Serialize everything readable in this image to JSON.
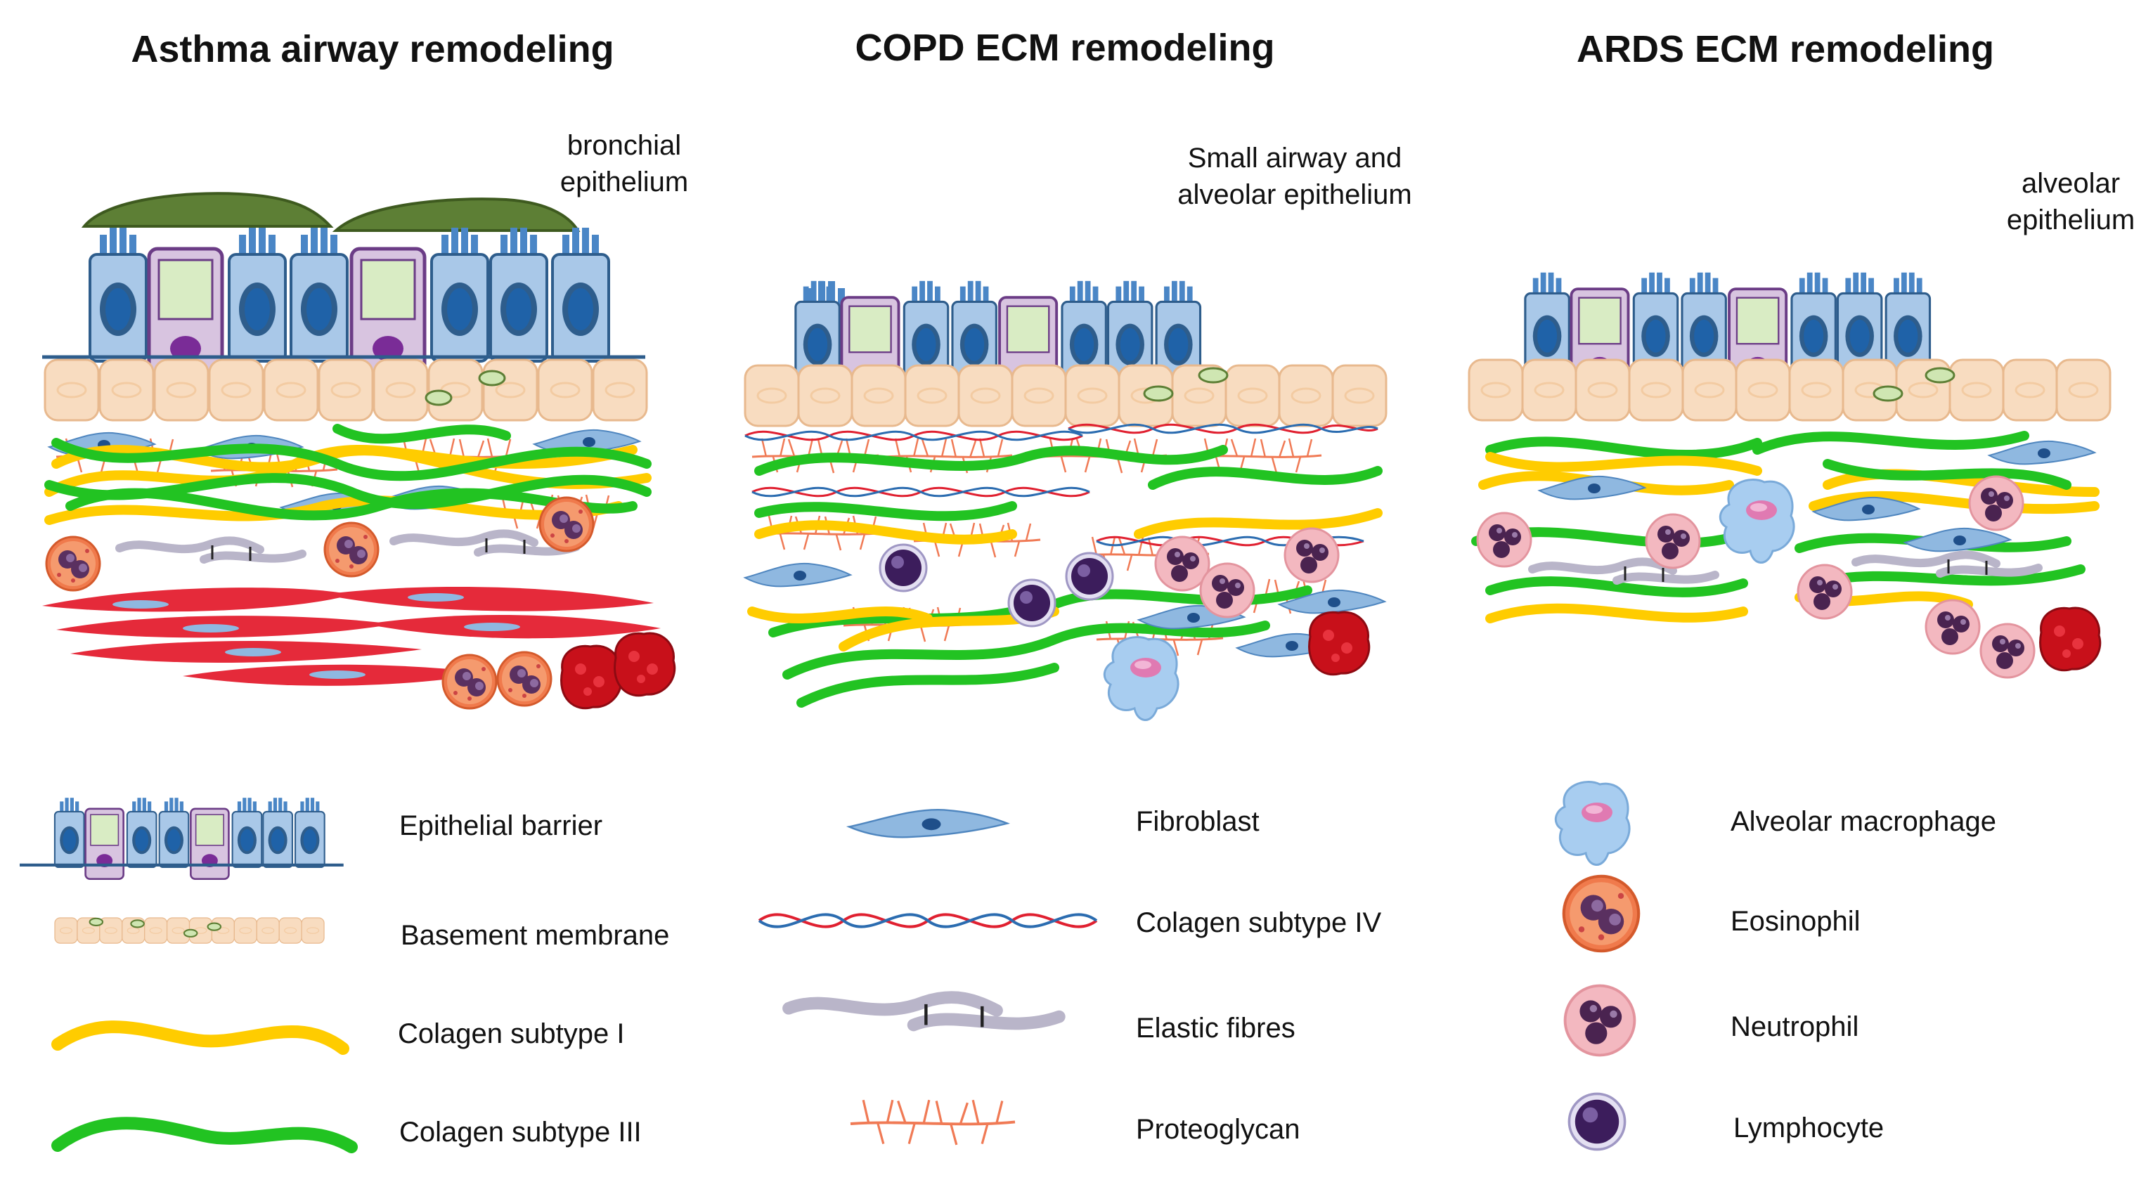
{
  "panels": [
    {
      "title": "Asthma airway remodeling",
      "tissue_label": [
        "bronchial",
        "epithelium"
      ]
    },
    {
      "title": "COPD ECM remodeling",
      "tissue_label": [
        "Small airway and",
        "alveolar epithelium"
      ]
    },
    {
      "title": "ARDS ECM remodeling",
      "tissue_label": [
        "alveolar",
        "epithelium"
      ]
    }
  ],
  "legend": {
    "col1": [
      {
        "label": "Epithelial barrier",
        "icon": "epithelial-barrier-icon"
      },
      {
        "label": "Basement membrane",
        "icon": "basement-membrane-icon"
      },
      {
        "label": "Colagen subtype I",
        "icon": "collagen-i-icon"
      },
      {
        "label": "Colagen subtype III",
        "icon": "collagen-iii-icon"
      }
    ],
    "col2": [
      {
        "label": "Fibroblast",
        "icon": "fibroblast-icon"
      },
      {
        "label": "Colagen subtype IV",
        "icon": "collagen-iv-icon"
      },
      {
        "label": "Elastic fibres",
        "icon": "elastic-fibre-icon"
      },
      {
        "label": "Proteoglycan",
        "icon": "proteoglycan-icon"
      }
    ],
    "col3": [
      {
        "label": "Alveolar macrophage",
        "icon": "macrophage-icon"
      },
      {
        "label": "Eosinophil",
        "icon": "eosinophil-icon"
      },
      {
        "label": "Neutrophil",
        "icon": "neutrophil-icon"
      },
      {
        "label": "Lymphocyte",
        "icon": "lymphocyte-icon"
      }
    ]
  },
  "colors": {
    "cell_fill": "#a9c8e8",
    "cell_stroke": "#2e5d8c",
    "nucleus": "#1f62a8",
    "goblet_fill": "#d8c4e0",
    "goblet_stroke": "#6b3c86",
    "goblet_mucus": "#d9ecc4",
    "goblet_nucleus": "#7a2c97",
    "basement": "#f8dcc0",
    "basement_stroke": "#e8b98e",
    "mucus": "#5d7f35",
    "collagen_i": "#ffcc00",
    "collagen_iii": "#22c322",
    "collagen_iv_a": "#e02030",
    "collagen_iv_b": "#2b6cb0",
    "proteoglycan": "#f07a55",
    "elastic": "#b9b5c9",
    "smooth_muscle": "#e52a3a",
    "fibroblast": "#8fb8e0",
    "eosinophil": "#f07a4c",
    "neutrophil": "#f3b8c0",
    "lymphocyte": "#3c1d5c",
    "macrophage": "#a8cdf0",
    "mast": "#c8101a"
  }
}
